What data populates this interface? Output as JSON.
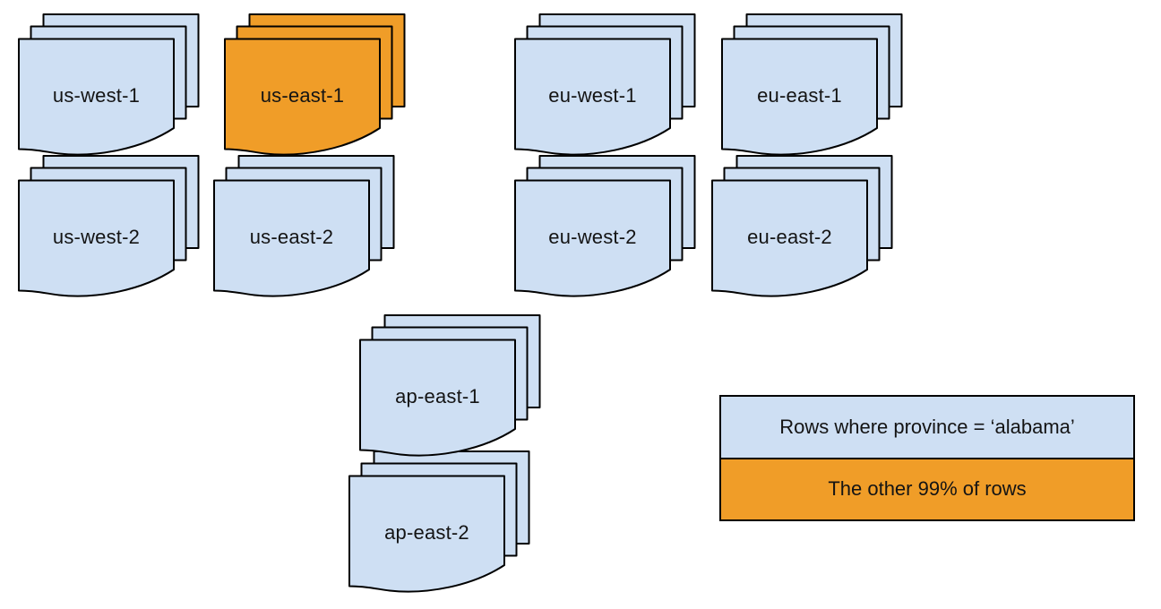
{
  "colors": {
    "background": "#ffffff",
    "default_fill": "#CEDFF3",
    "highlight_fill": "#F09D28",
    "stroke": "#000000",
    "text": "#141414"
  },
  "icons": {
    "stack": "multi-document-stack-icon"
  },
  "regions": [
    {
      "label": "us-west-1",
      "highlighted": false
    },
    {
      "label": "us-east-1",
      "highlighted": true
    },
    {
      "label": "eu-west-1",
      "highlighted": false
    },
    {
      "label": "eu-east-1",
      "highlighted": false
    },
    {
      "label": "us-west-2",
      "highlighted": false
    },
    {
      "label": "us-east-2",
      "highlighted": false
    },
    {
      "label": "eu-west-2",
      "highlighted": false
    },
    {
      "label": "eu-east-2",
      "highlighted": false
    },
    {
      "label": "ap-east-1",
      "highlighted": false
    },
    {
      "label": "ap-east-2",
      "highlighted": false
    }
  ],
  "legend": {
    "items": [
      {
        "label": "Rows where province = ‘alabama’",
        "fill": "#CEDFF3"
      },
      {
        "label": "The other 99% of rows",
        "fill": "#F09D28"
      }
    ]
  }
}
